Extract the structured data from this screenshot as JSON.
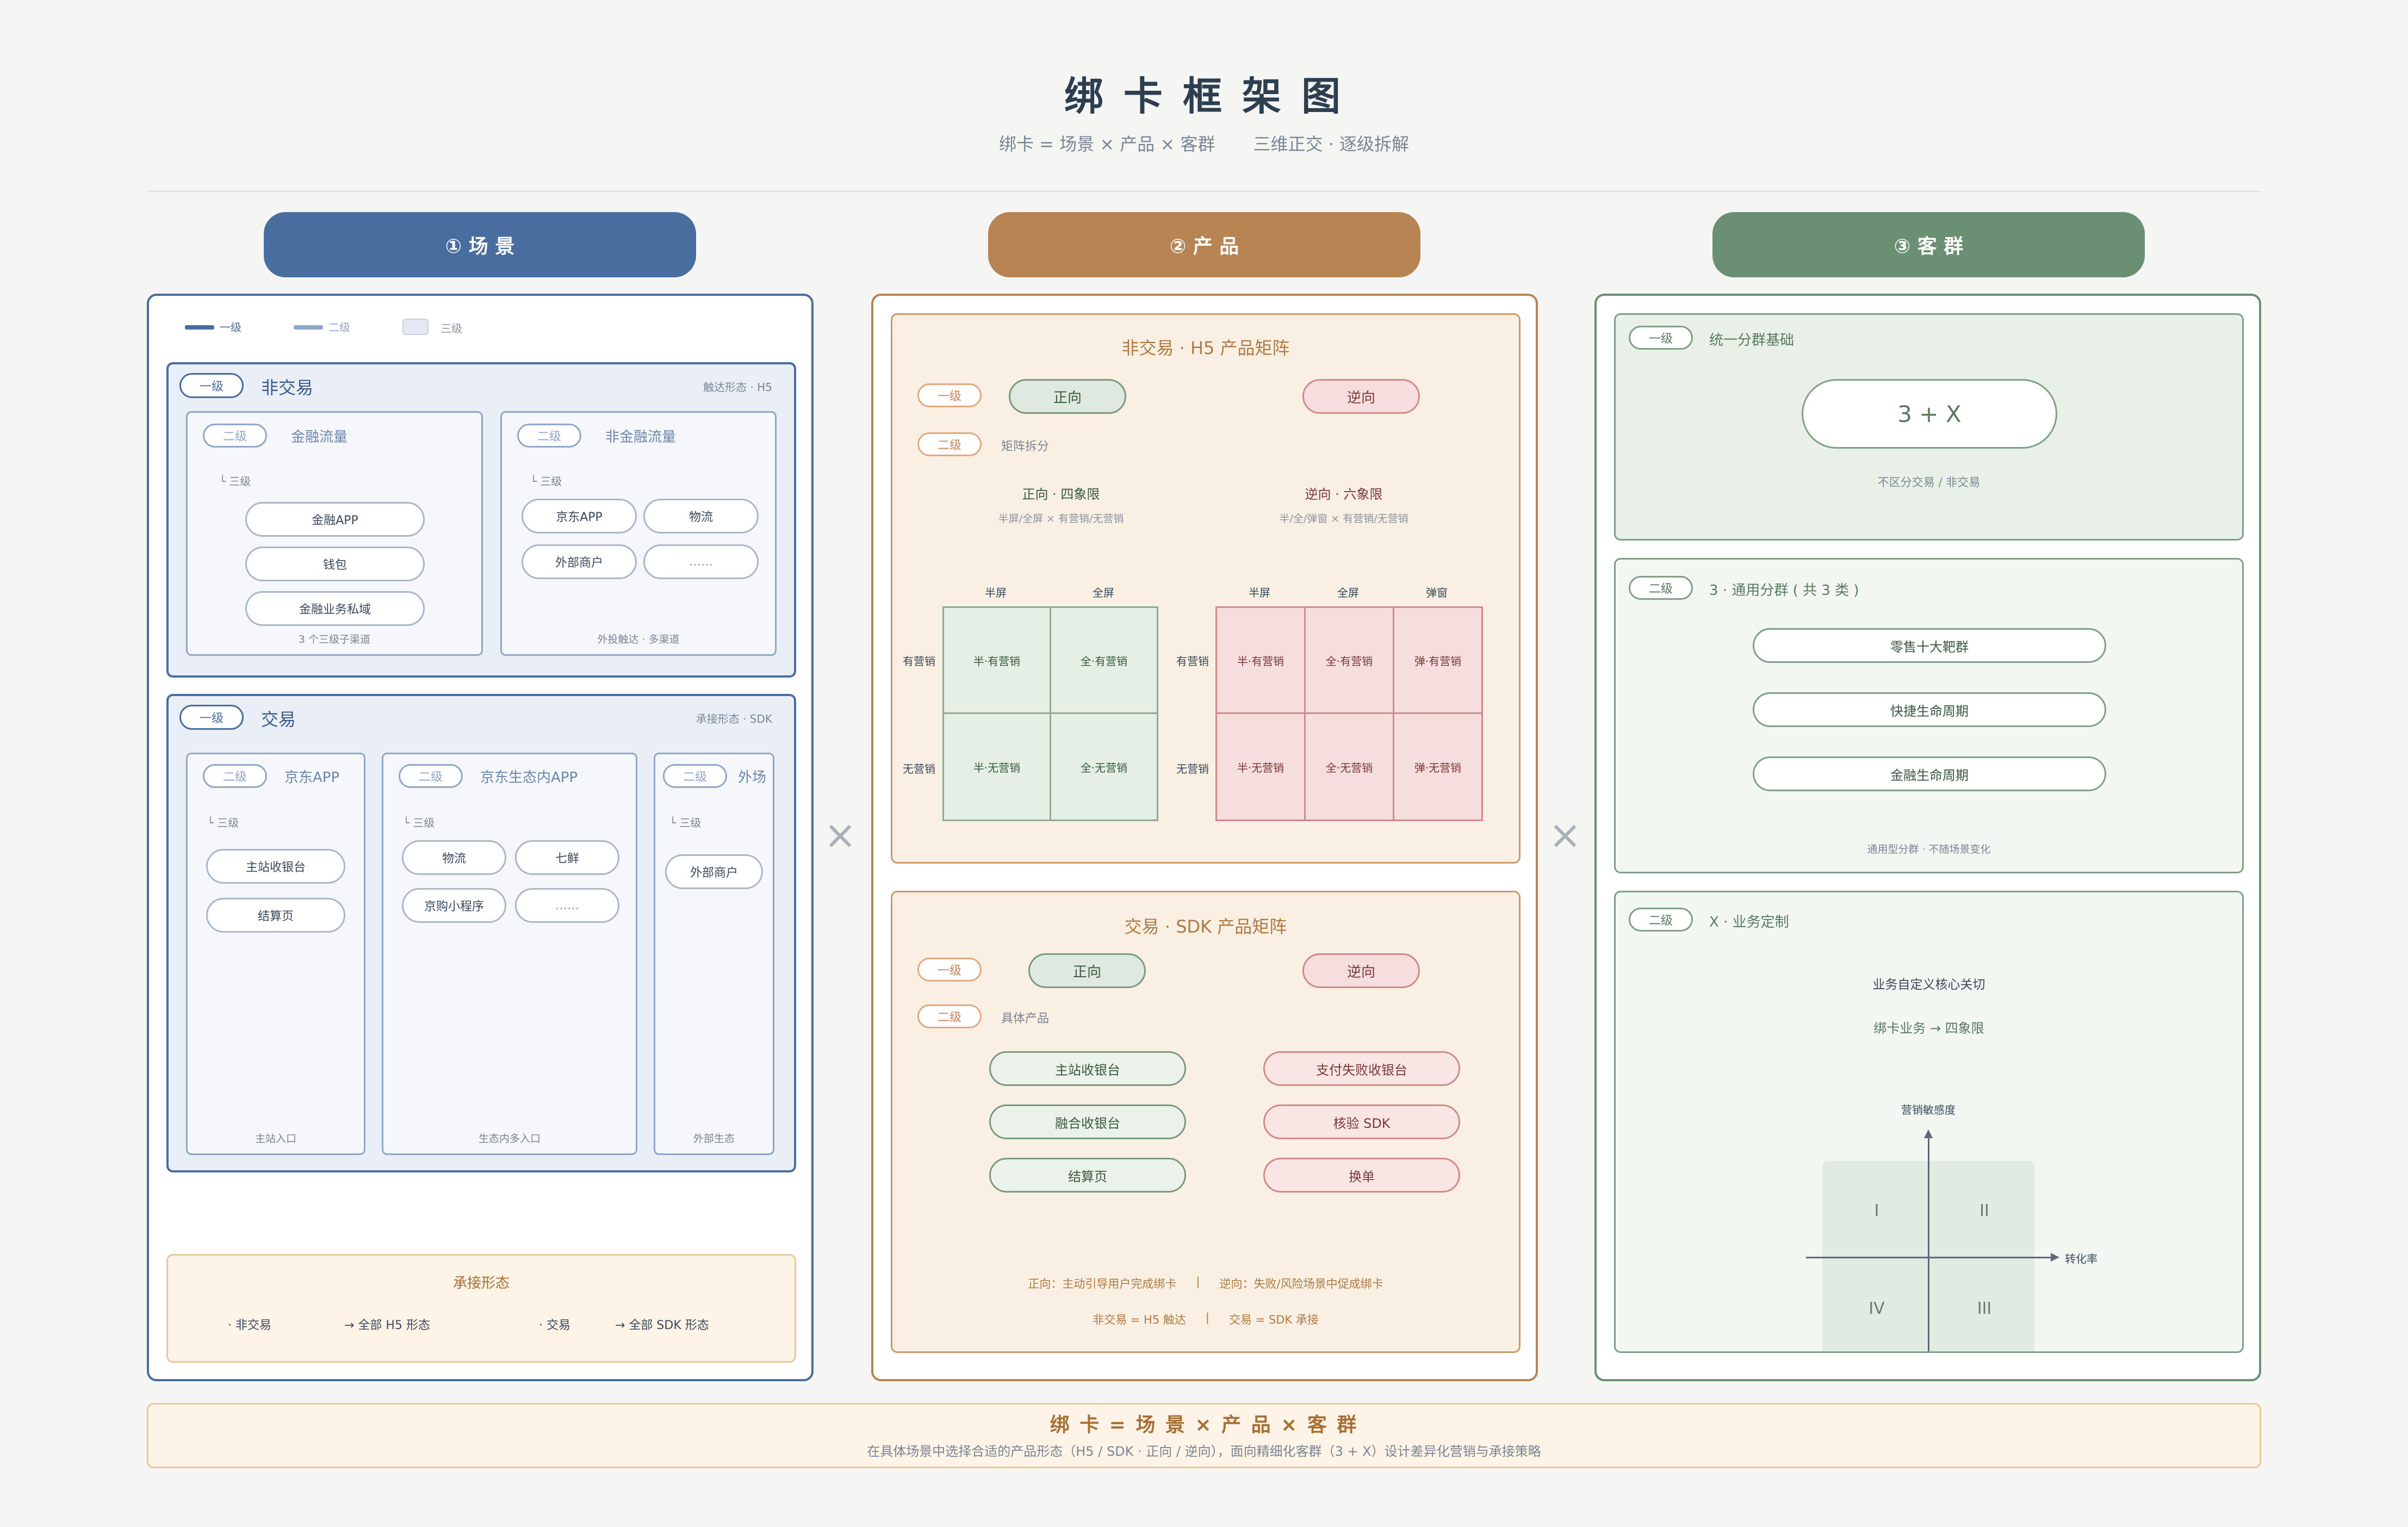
{
  "header": {
    "title": "绑 卡 框 架 图",
    "formula": "绑卡 = 场景 × 产品 × 客群",
    "subtitle_note": "三维正交 · 逐级拆解"
  },
  "colors": {
    "scene": "#4a6da0",
    "product": "#b88454",
    "audience": "#6b8f73",
    "bg": "#f5f5f3"
  },
  "columns": {
    "scene": "① 场 景",
    "product": "② 产 品",
    "audience": "③ 客 群"
  },
  "operators": {
    "times1": "×",
    "times2": "×"
  },
  "scene": {
    "legend": {
      "l1": "一级",
      "l2": "二级",
      "l3": "三级"
    },
    "nontx": {
      "badge": "一级",
      "title": "非交易",
      "note": "触达形态 · H5",
      "fin": {
        "badge": "二级",
        "title": "金融流量",
        "l3": "└ 三级",
        "items": [
          "金融APP",
          "钱包",
          "金融业务私域"
        ],
        "footer": "3 个三级子渠道"
      },
      "nonfin": {
        "badge": "二级",
        "title": "非金融流量",
        "l3": "└ 三级",
        "items": [
          "京东APP",
          "物流",
          "外部商户",
          "……"
        ],
        "footer": "外投触达 · 多渠道"
      }
    },
    "tx": {
      "badge": "一级",
      "title": "交易",
      "note": "承接形态 · SDK",
      "jd": {
        "badge": "二级",
        "title": "京东APP",
        "l3": "└ 三级",
        "items": [
          "主站收银台",
          "结算页"
        ],
        "footer": "主站入口"
      },
      "eco": {
        "badge": "二级",
        "title": "京东生态内APP",
        "l3": "└ 三级",
        "items": [
          "物流",
          "七鲜",
          "京购小程序",
          "……"
        ],
        "footer": "生态内多入口"
      },
      "ext": {
        "badge": "二级",
        "title": "外场",
        "l3": "└ 三级",
        "items": [
          "外部商户"
        ],
        "footer": "外部生态"
      }
    },
    "carry": {
      "title": "承接形态",
      "a1": "· 非交易",
      "a2": "→ 全部 H5 形态",
      "b1": "· 交易",
      "b2": "→ 全部 SDK 形态"
    }
  },
  "product": {
    "h5": {
      "title": "非交易 · H5 产品矩阵",
      "badge1": "一级",
      "pos": "正向",
      "neg": "逆向",
      "badge2": "二级",
      "split": "矩阵拆分",
      "pos_title": "正向 · 四象限",
      "pos_sub": "半屏/全屏 × 有营销/无营销",
      "neg_title": "逆向 · 六象限",
      "neg_sub": "半/全/弹窗 × 有营销/无营销",
      "cols_pos": [
        "半屏",
        "全屏"
      ],
      "cols_neg": [
        "半屏",
        "全屏",
        "弹窗"
      ],
      "rows": [
        "有营销",
        "无营销"
      ],
      "pos_cells": [
        "半·有营销",
        "全·有营销",
        "半·无营销",
        "全·无营销"
      ],
      "neg_cells": [
        "半·有营销",
        "全·有营销",
        "弹·有营销",
        "半·无营销",
        "全·无营销",
        "弹·无营销"
      ]
    },
    "sdk": {
      "title": "交易 · SDK 产品矩阵",
      "badge1": "一级",
      "pos": "正向",
      "neg": "逆向",
      "badge2": "二级",
      "concrete": "具体产品",
      "pos_items": [
        "主站收银台",
        "融合收银台",
        "结算页"
      ],
      "neg_items": [
        "支付失败收银台",
        "核验 SDK",
        "换单"
      ],
      "note1": "正向：主动引导用户完成绑卡",
      "sep": "|",
      "note2": "逆向：失败/风险场景中促成绑卡",
      "note3": "非交易 = H5 触达",
      "note4": "交易 = SDK 承接"
    }
  },
  "audience": {
    "base": {
      "badge": "一级",
      "title": "统一分群基础",
      "formula": "3 + X",
      "note": "不区分交易 / 非交易"
    },
    "three": {
      "badge": "二级",
      "title": "3 · 通用分群 ( 共 3 类 )",
      "items": [
        "零售十大靶群",
        "快捷生命周期",
        "金融生命周期"
      ],
      "note": "通用型分群 · 不随场景变化"
    },
    "x": {
      "badge": "二级",
      "title": "X · 业务定制",
      "line1": "业务自定义核心关切",
      "line2": "绑卡业务 → 四象限",
      "y_axis": "营销敏感度",
      "x_axis": "转化率",
      "quadrants": [
        "I",
        "II",
        "IV",
        "III"
      ]
    }
  },
  "footer": {
    "title": "绑 卡 = 场 景 × 产 品 × 客 群",
    "text": "在具体场景中选择合适的产品形态（H5 / SDK · 正向 / 逆向），面向精细化客群（3 + X）设计差异化营销与承接策略"
  }
}
